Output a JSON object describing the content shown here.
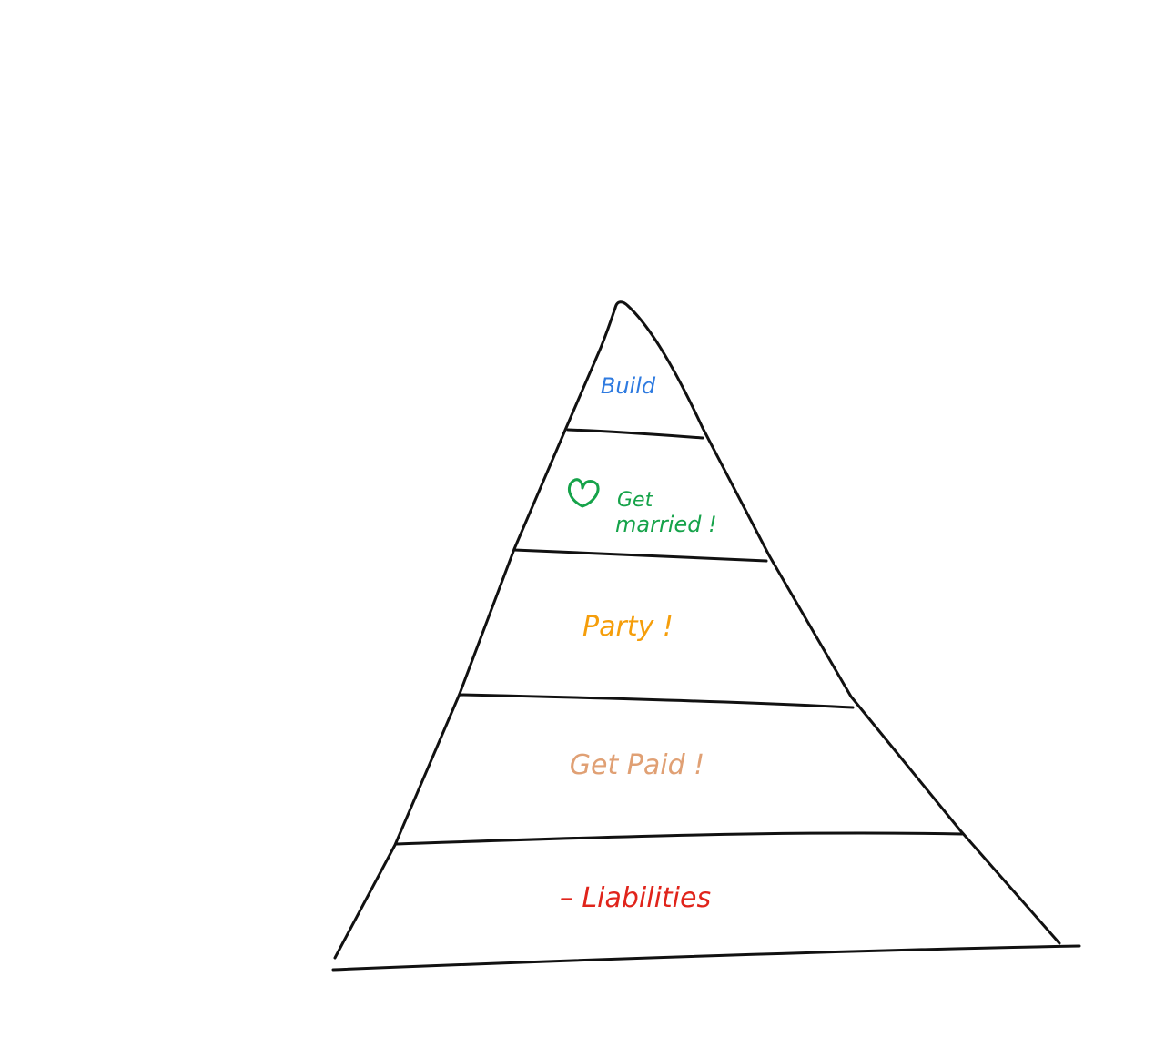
{
  "colors": {
    "outline": "#111111",
    "build": "#2f7be0",
    "married": "#16a34a",
    "party": "#f59e0b",
    "paid": "#e0a074",
    "liabilities": "#e0241b"
  },
  "levels": [
    {
      "text": "Build",
      "color_key": "build"
    },
    {
      "icon": "heart-icon",
      "line1": "Get",
      "line2": "married !",
      "color_key": "married"
    },
    {
      "text": "Party !",
      "color_key": "party"
    },
    {
      "text": "Get Paid !",
      "color_key": "paid"
    },
    {
      "text": "– Liabilities",
      "color_key": "liabilities"
    }
  ]
}
